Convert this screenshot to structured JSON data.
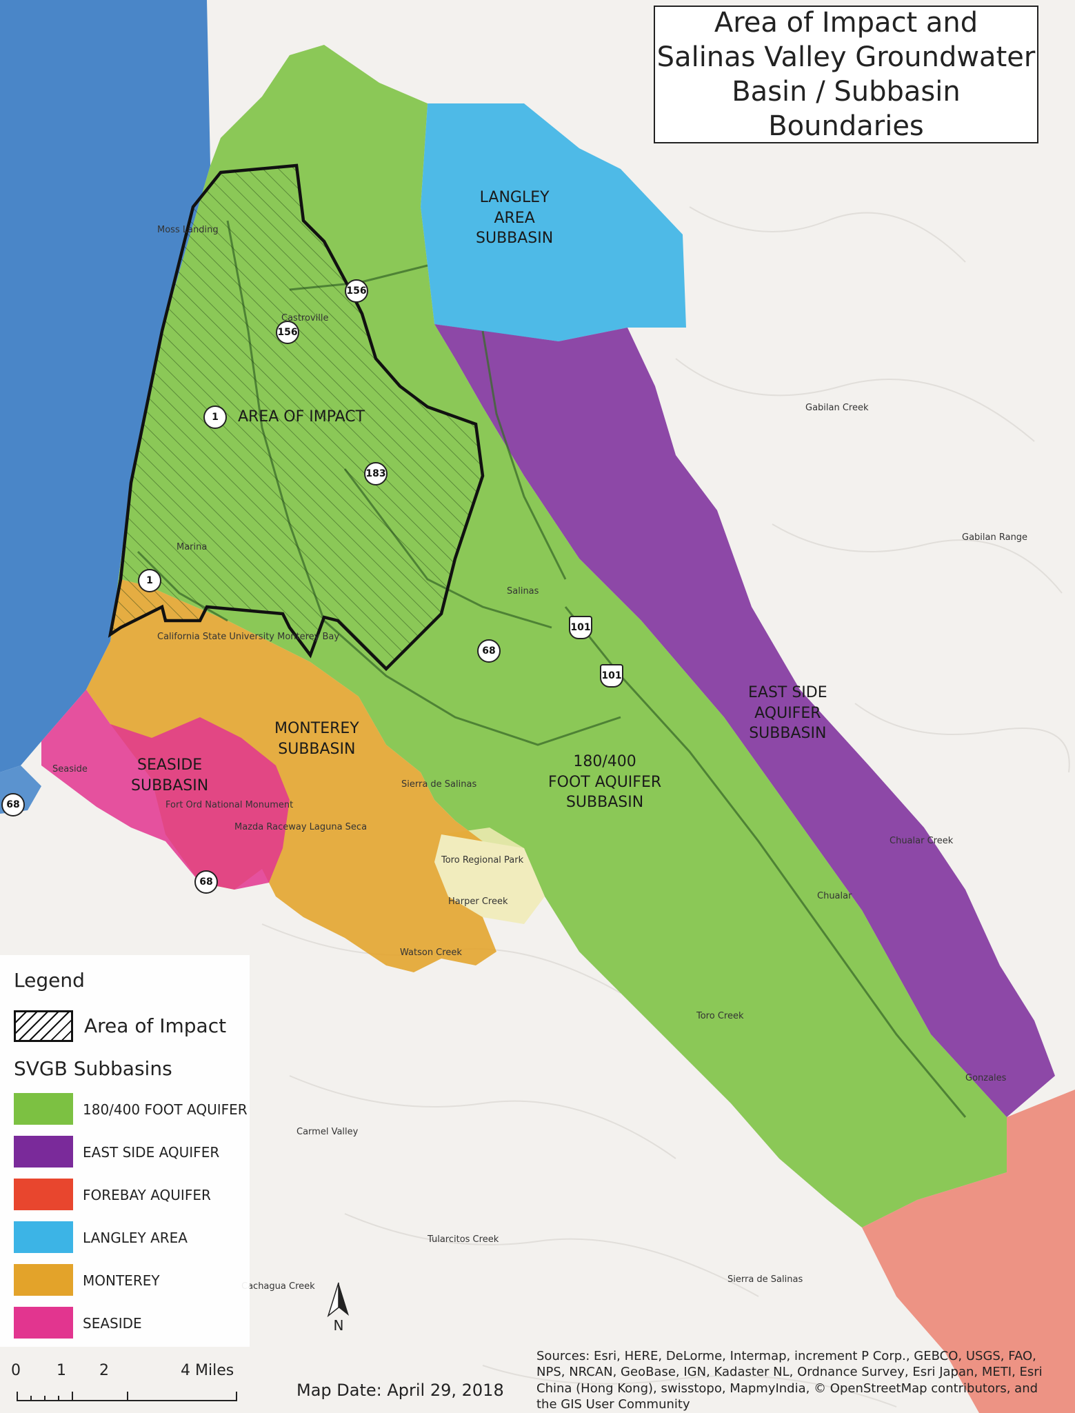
{
  "title": {
    "lines": [
      "Area of Impact and",
      "Salinas Valley Groundwater",
      "Basin / Subbasin Boundaries"
    ]
  },
  "regions": {
    "langley": {
      "lines": [
        "LANGLEY",
        "AREA",
        "SUBBASIN"
      ]
    },
    "area_of_impact": {
      "lines": [
        "AREA OF IMPACT"
      ]
    },
    "east_side": {
      "lines": [
        "EAST SIDE",
        "AQUIFER",
        "SUBBASIN"
      ]
    },
    "monterey": {
      "lines": [
        "MONTEREY",
        "SUBBASIN"
      ]
    },
    "foot_aquifer": {
      "lines": [
        "180/400",
        "FOOT AQUIFER",
        "SUBBASIN"
      ]
    },
    "seaside": {
      "lines": [
        "SEASIDE",
        "SUBBASIN"
      ]
    }
  },
  "place_labels": [
    "Moss Landing",
    "Castroville",
    "Marina",
    "Salinas",
    "Seaside",
    "Chualar",
    "Gonzales",
    "Carmel Valley",
    "Toro Regional Park",
    "Gabilan Range",
    "Sierra de Salinas",
    "Sierra de Salinas",
    "Gabilan Creek",
    "Chualar Creek",
    "Harper Creek",
    "Tularcitos Creek",
    "Cachagua Creek",
    "Fort Ord National Monument",
    "Mazda Raceway Laguna Seca",
    "California State University Monterey Bay",
    "Watson Creek",
    "Toro Creek"
  ],
  "route_shields": [
    {
      "label": "156",
      "type": "state"
    },
    {
      "label": "156",
      "type": "state"
    },
    {
      "label": "1",
      "type": "state"
    },
    {
      "label": "183",
      "type": "state"
    },
    {
      "label": "1",
      "type": "state"
    },
    {
      "label": "68",
      "type": "state"
    },
    {
      "label": "101",
      "type": "us"
    },
    {
      "label": "101",
      "type": "us"
    },
    {
      "label": "68",
      "type": "state"
    },
    {
      "label": "68",
      "type": "state"
    }
  ],
  "legend": {
    "title": "Legend",
    "aoi_label": "Area of Impact",
    "subtitle": "SVGB Subbasins",
    "items": [
      {
        "label": "180/400 FOOT AQUIFER",
        "color": "#7cc142"
      },
      {
        "label": "EAST SIDE AQUIFER",
        "color": "#7a2a9a"
      },
      {
        "label": "FOREBAY AQUIFER",
        "color": "#e8462e"
      },
      {
        "label": "LANGLEY AREA",
        "color": "#3cb4e6"
      },
      {
        "label": "MONTEREY",
        "color": "#e3a32a"
      },
      {
        "label": "SEASIDE",
        "color": "#e2358f"
      }
    ]
  },
  "scale": {
    "ticks": [
      "0",
      "1",
      "2",
      "4 Miles"
    ]
  },
  "north_label": "N",
  "map_date": "Map Date: April 29, 2018",
  "sources": "Sources: Esri, HERE, DeLorme, Intermap, increment P Corp., GEBCO, USGS, FAO, NPS, NRCAN, GeoBase, IGN, Kadaster NL, Ordnance Survey, Esri Japan, METI, Esri China (Hong Kong), swisstopo, MapmyIndia, © OpenStreetMap contributors, and the GIS User Community",
  "colors": {
    "ocean": "#4a86c8",
    "terrain": "#f3f1ee",
    "aoi_outline": "#111111"
  }
}
